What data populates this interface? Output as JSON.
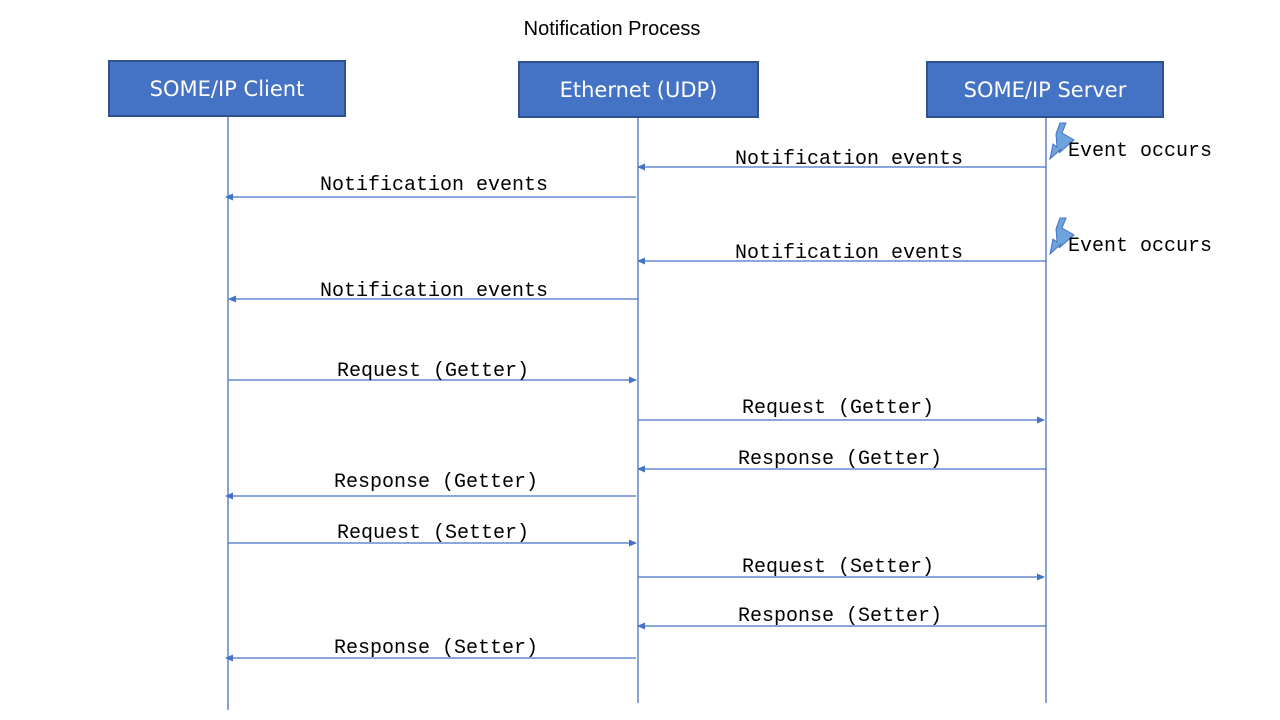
{
  "title": "Notification Process",
  "colors": {
    "actor_fill": "#4472c4",
    "actor_border": "#2f528f",
    "lifeline": "#4472c4",
    "arrow": "#4472c4",
    "event_icon": "#5b9bd5"
  },
  "actors": [
    {
      "id": "client",
      "label": "SOME/IP Client"
    },
    {
      "id": "ethernet",
      "label": "Ethernet (UDP)"
    },
    {
      "id": "server",
      "label": "SOME/IP Server"
    }
  ],
  "events": [
    {
      "label": "Event occurs",
      "icon": "lightning-icon"
    },
    {
      "label": "Event occurs",
      "icon": "lightning-icon"
    }
  ],
  "messages": [
    {
      "from": "server",
      "to": "ethernet",
      "label": "Notification events"
    },
    {
      "from": "ethernet",
      "to": "client",
      "label": "Notification events"
    },
    {
      "from": "server",
      "to": "ethernet",
      "label": "Notification events"
    },
    {
      "from": "ethernet",
      "to": "client",
      "label": "Notification events"
    },
    {
      "from": "client",
      "to": "ethernet",
      "label": "Request (Getter)"
    },
    {
      "from": "ethernet",
      "to": "server",
      "label": "Request (Getter)"
    },
    {
      "from": "server",
      "to": "ethernet",
      "label": "Response (Getter)"
    },
    {
      "from": "ethernet",
      "to": "client",
      "label": "Response (Getter)"
    },
    {
      "from": "client",
      "to": "ethernet",
      "label": "Request (Setter)"
    },
    {
      "from": "ethernet",
      "to": "server",
      "label": "Request (Setter)"
    },
    {
      "from": "server",
      "to": "ethernet",
      "label": "Response (Setter)"
    },
    {
      "from": "ethernet",
      "to": "client",
      "label": "Response (Setter)"
    }
  ]
}
